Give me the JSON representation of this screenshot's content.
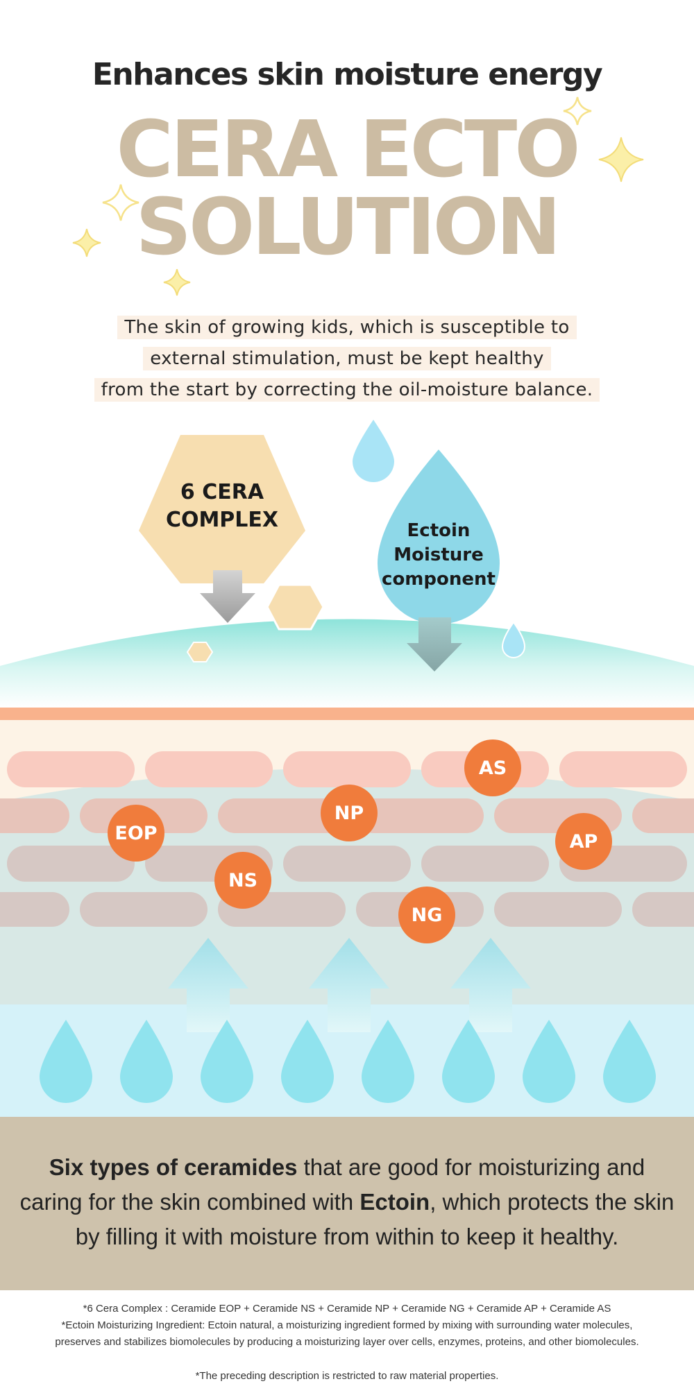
{
  "header": {
    "subtitle": "Enhances skin moisture energy",
    "title_line1": "CERA ECTO",
    "title_line2": "SOLUTION"
  },
  "intro": {
    "line1": "The skin of growing kids, which is susceptible to",
    "line2": "external stimulation, must be kept healthy",
    "line3": "from the start by correcting the oil-moisture balance."
  },
  "diagram": {
    "hex_label_line1": "6 CERA",
    "hex_label_line2": "COMPLEX",
    "drop_label_line1": "Ectoin",
    "drop_label_line2": "Moisture",
    "drop_label_line3": "component",
    "ceramides": [
      "EOP",
      "NS",
      "NP",
      "AS",
      "NG",
      "AP"
    ]
  },
  "summary": {
    "bold1": "Six types of ceramides",
    "text1": " that are good for moisturizing and",
    "text2": "caring for the skin combined with ",
    "bold2": "Ectoin",
    "text3": ", which protects the skin",
    "text4": "by filling it with moisture from within to keep it healthy."
  },
  "notes": {
    "note1": "*6 Cera Complex : Ceramide EOP + Ceramide NS + Ceramide NP + Ceramide NG + Ceramide AP + Ceramide AS",
    "note2": "*Ectoin Moisturizing Ingredient: Ectoin natural, a moisturizing ingredient formed by mixing with surrounding water molecules,",
    "note3": "preserves and stabilizes biomolecules by producing a moisturizing layer over cells, enzymes, proteins, and other biomolecules.",
    "disclaimer": "*The preceding description is restricted to raw material properties."
  },
  "colors": {
    "title": "#ccbca3",
    "hexagon": "#f7deb0",
    "drop": "#8ed8e8",
    "badge": "#f07c3c",
    "panel": "#cec2ac"
  }
}
